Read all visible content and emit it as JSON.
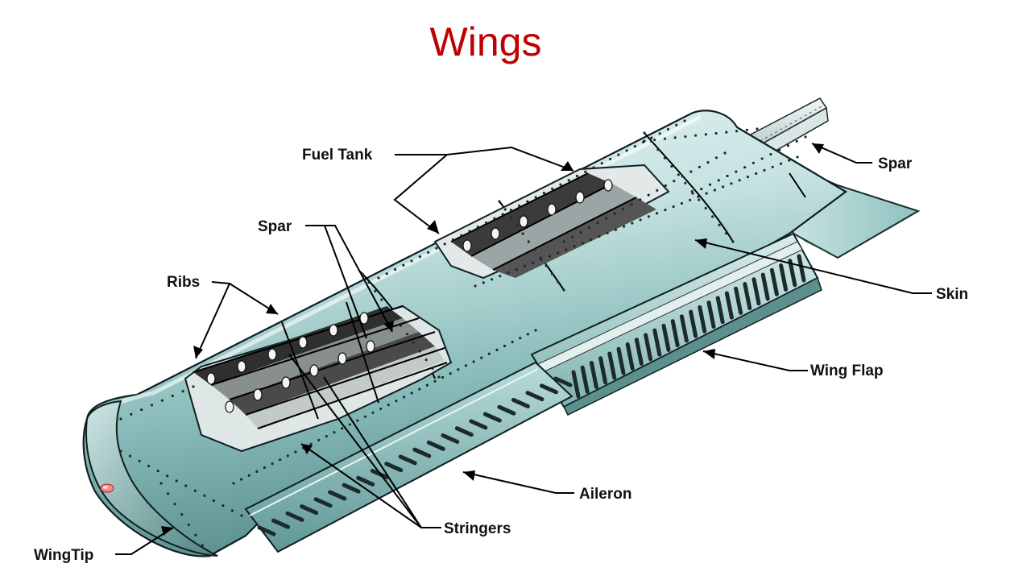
{
  "title": "Wings",
  "labels": {
    "fuel_tank": "Fuel Tank",
    "spar_top": "Spar",
    "spar_mid": "Spar",
    "ribs": "Ribs",
    "skin": "Skin",
    "wing_flap": "Wing Flap",
    "aileron": "Aileron",
    "stringers": "Stringers",
    "wingtip": "WingTip"
  },
  "colors": {
    "title": "#c00000",
    "skin_light": "#e6f3f3",
    "skin_mid": "#a9d2d1",
    "skin_dark": "#5f9896",
    "ink": "#000000"
  }
}
